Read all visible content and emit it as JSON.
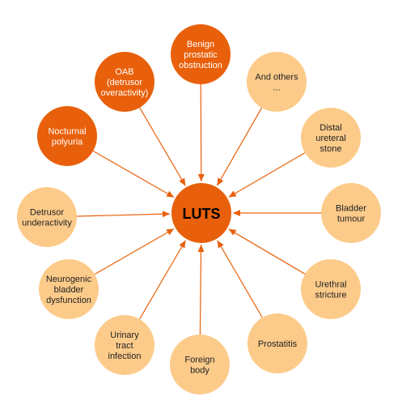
{
  "center": {
    "label": "LUTS"
  },
  "causes": [
    {
      "id": "benign-prostatic-obstruction",
      "lines": [
        "Benign",
        "prostatic",
        "obstruction"
      ],
      "emphasis": "primary"
    },
    {
      "id": "and-others",
      "lines": [
        "And others",
        "..."
      ],
      "emphasis": "secondary"
    },
    {
      "id": "distal-ureteral-stone",
      "lines": [
        "Distal",
        "ureteral",
        "stone"
      ],
      "emphasis": "secondary"
    },
    {
      "id": "bladder-tumour",
      "lines": [
        "Bladder",
        "tumour"
      ],
      "emphasis": "secondary"
    },
    {
      "id": "urethral-stricture",
      "lines": [
        "Urethral",
        "stricture"
      ],
      "emphasis": "secondary"
    },
    {
      "id": "prostatitis",
      "lines": [
        "Prostatitis"
      ],
      "emphasis": "secondary"
    },
    {
      "id": "foreign-body",
      "lines": [
        "Foreign",
        "body"
      ],
      "emphasis": "secondary"
    },
    {
      "id": "urinary-tract-infection",
      "lines": [
        "Urinary",
        "tract",
        "infection"
      ],
      "emphasis": "secondary"
    },
    {
      "id": "neurogenic-bladder-dysfunction",
      "lines": [
        "Neurogenic",
        "bladder",
        "dysfunction"
      ],
      "emphasis": "secondary"
    },
    {
      "id": "detrusor-underactivity",
      "lines": [
        "Detrusor",
        "underactivity"
      ],
      "emphasis": "secondary"
    },
    {
      "id": "nocturnal-polyuria",
      "lines": [
        "Nocturnal",
        "polyuria"
      ],
      "emphasis": "primary"
    },
    {
      "id": "oab-detrusor-overactivity",
      "lines": [
        "OAB",
        "(detrusor",
        "overactivity)"
      ],
      "emphasis": "primary"
    }
  ],
  "colors": {
    "primary_fill": "#e8600b",
    "primary_text": "#ffffff",
    "secondary_fill": "#fccb8a",
    "secondary_text": "#222222",
    "center_fill": "#e8600b",
    "center_text": "#000000",
    "arrow": "#e8600b"
  }
}
